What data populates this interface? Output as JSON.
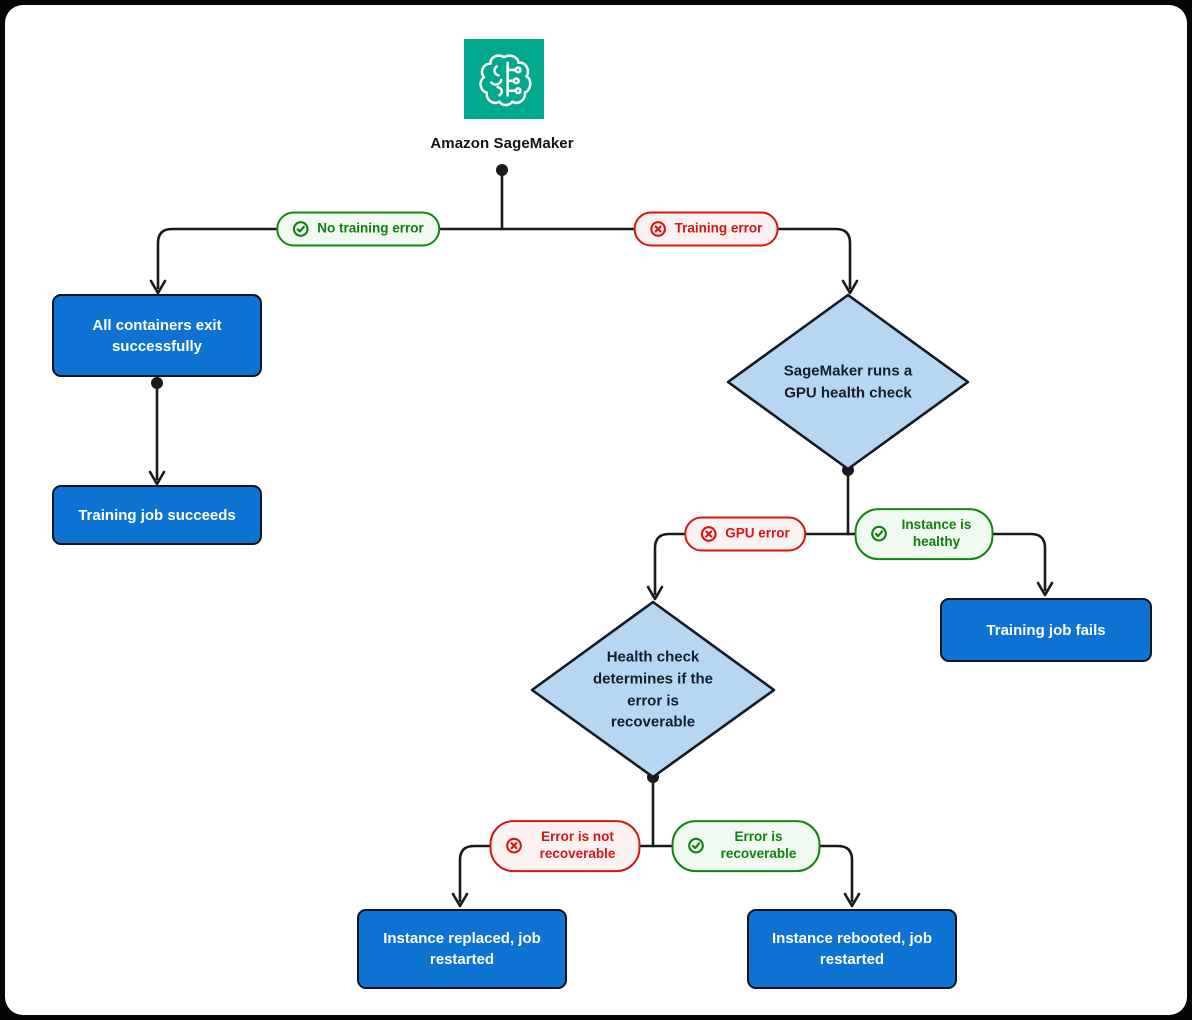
{
  "root": {
    "title": "Amazon SageMaker",
    "icon": "sagemaker-brain-icon",
    "icon_color": "#01a88d"
  },
  "colors": {
    "process_box_blue": "#0e73d2",
    "decision_diamond_blue": "#b7d6f2",
    "success_green": "#117e11",
    "error_red": "#d61515",
    "connector_black": "#1a1a1a",
    "card_background": "#ffffff",
    "frame_background": "#050505"
  },
  "pills": [
    {
      "text": "No training error",
      "type": "success",
      "icon": "check-circle-icon"
    },
    {
      "text": "Training error",
      "type": "error",
      "icon": "x-circle-icon"
    },
    {
      "text": "GPU error",
      "type": "error",
      "icon": "x-circle-icon"
    },
    {
      "text": "Instance is healthy",
      "type": "success",
      "icon": "check-circle-icon"
    },
    {
      "text": "Error is not recoverable",
      "type": "error",
      "icon": "x-circle-icon"
    },
    {
      "text": "Error is recoverable",
      "type": "success",
      "icon": "check-circle-icon"
    }
  ],
  "boxes": [
    {
      "label": "All containers exit successfully"
    },
    {
      "label": "Training job succeeds"
    },
    {
      "label": "Training job fails"
    },
    {
      "label": "Instance replaced, job restarted"
    },
    {
      "label": "Instance rebooted, job restarted"
    }
  ],
  "diamonds": [
    {
      "label": "SageMaker runs a GPU health check"
    },
    {
      "label": "Health check determines if the error is recoverable"
    }
  ]
}
